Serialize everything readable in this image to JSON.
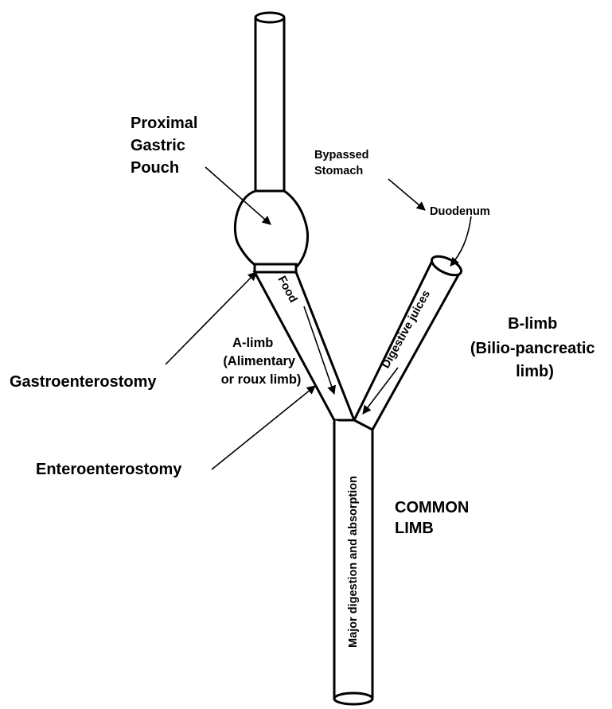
{
  "labels": {
    "pouch": [
      "Proximal",
      "Gastric",
      "Pouch"
    ],
    "bypassed_stomach": [
      "Bypassed",
      "Stomach"
    ],
    "duodenum": "Duodenum",
    "b_limb": [
      "B-limb",
      "(Bilio-pancreatic",
      "limb)"
    ],
    "a_limb": [
      "A-limb",
      "(Alimentary",
      "or roux limb)"
    ],
    "gastroenterostomy": "Gastroenterostomy",
    "enteroenterostomy": "Enteroenterostomy",
    "common_limb": [
      "COMMON",
      "LIMB"
    ],
    "food": "Food",
    "digestive_juices": "Digestive juices",
    "major_digestion": "Major digestion and absorption"
  },
  "colors": {
    "stroke": "#000000",
    "fill": "#ffffff"
  }
}
